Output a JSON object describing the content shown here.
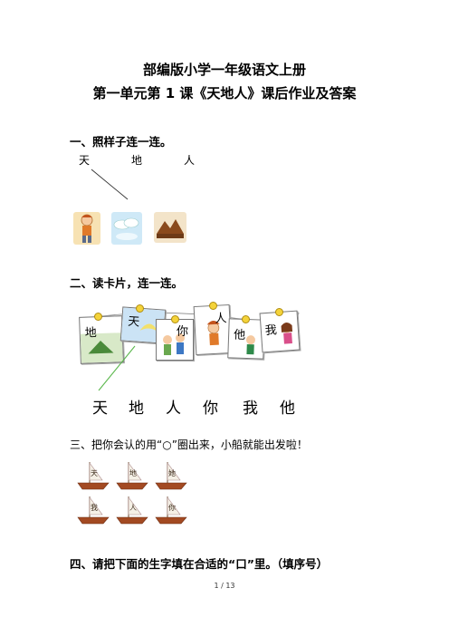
{
  "header": {
    "title_line1": "部编版小学一年级语文上册",
    "title_line2": "第一单元第 1 课《天地人》课后作业及答案"
  },
  "section1": {
    "heading": "一、照样子连一连。",
    "chars": [
      "天",
      "地",
      "人"
    ]
  },
  "section2": {
    "heading": "二、读卡片，连一连。",
    "cards": [
      "地",
      "天",
      "你",
      "人",
      "他",
      "我"
    ],
    "bottom_chars": [
      "天",
      "地",
      "人",
      "你",
      "我",
      "他"
    ]
  },
  "section3": {
    "instruction": "三、把你会认的用“○”圈出来，小船就能出发啦！",
    "boat_chars": [
      "天",
      "地",
      "她",
      "我",
      "人",
      "你"
    ]
  },
  "section4": {
    "heading": "四、请把下面的生字填在合适的“口”里。（填序号）"
  },
  "footer": {
    "page": "1 / 13"
  },
  "colors": {
    "connect_line": "#5bb84d",
    "pin": "#f4d33a"
  }
}
